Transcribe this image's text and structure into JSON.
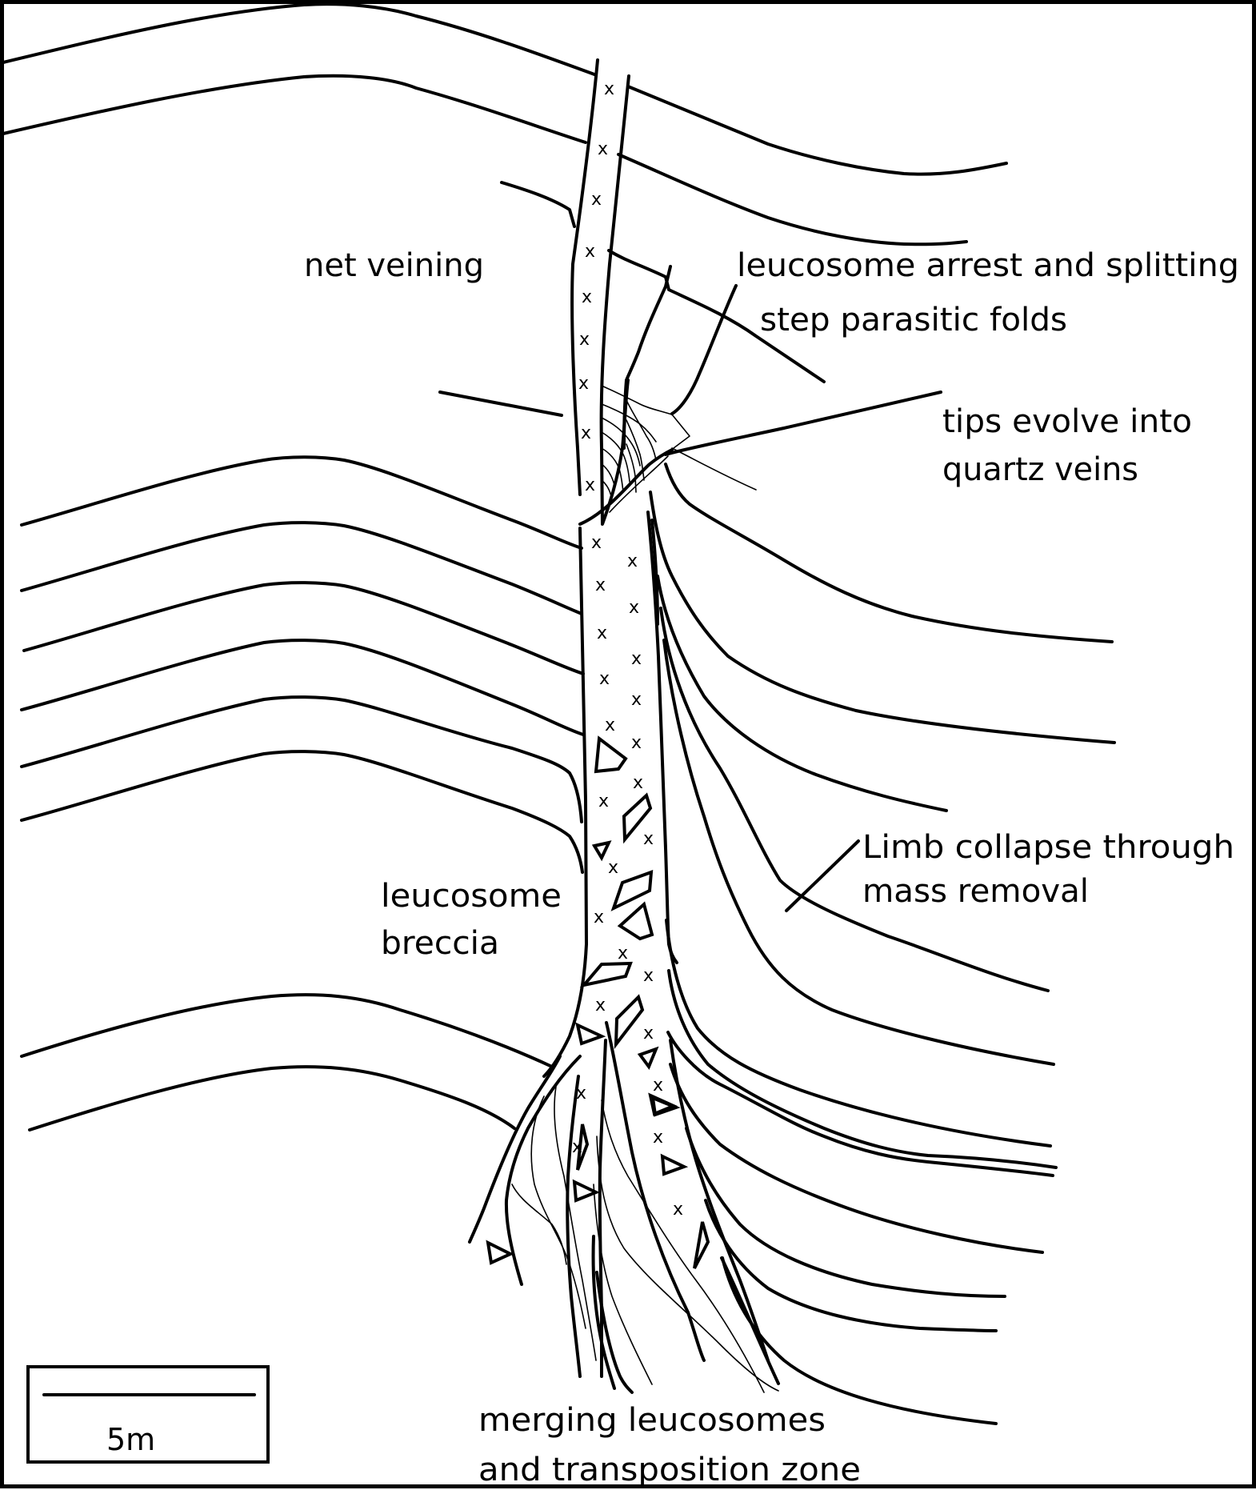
{
  "figure": {
    "type": "geological-structure-sketch",
    "labels": {
      "net_veining": "net veining",
      "arrest_splitting": "leucosome arrest and splitting",
      "step_folds": "step parasitic folds",
      "tips_line1": "tips evolve into",
      "tips_line2": "quartz veins",
      "limb_line1": "Limb collapse through",
      "limb_line2": "mass removal",
      "breccia_line1": "leucosome",
      "breccia_line2": "breccia",
      "merging_line1": "merging leucosomes",
      "merging_line2": "and transposition zone"
    },
    "scale_bar": {
      "label": "5m"
    },
    "vein_marker_symbol": "x",
    "line_color": "#000000",
    "background_color": "#ffffff"
  }
}
